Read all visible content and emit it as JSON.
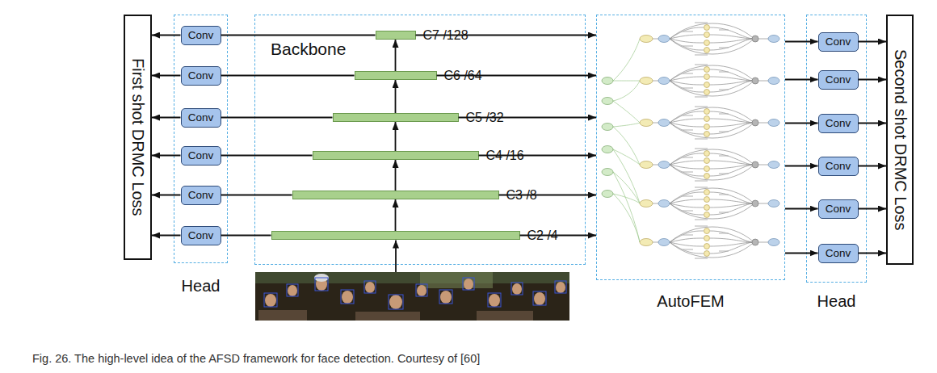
{
  "diagram": {
    "caption": "Fig. 26. The high-level idea of the AFSD framework for face detection. Courtesy of [60]",
    "nodes": [
      {
        "text": [
          "First shot DRMC Loss"
        ]
      },
      {
        "text": [
          "Head"
        ]
      },
      {
        "text": [
          "Conv"
        ],
        "in": 1
      },
      {
        "text": [
          "Conv"
        ],
        "in": 1
      },
      {
        "text": [
          "Conv"
        ],
        "in": 1
      },
      {
        "text": [
          "Conv"
        ],
        "in": 1
      },
      {
        "text": [
          "Conv"
        ],
        "in": 1
      },
      {
        "text": [
          "Conv"
        ],
        "in": 1
      },
      {
        "text": [
          "Backbone"
        ]
      },
      {
        "text": [
          "C7 /128"
        ],
        "in": 8
      },
      {
        "text": [
          "C6 /64"
        ],
        "in": 8
      },
      {
        "text": [
          "C5 /32"
        ],
        "in": 8
      },
      {
        "text": [
          "C4 /16"
        ],
        "in": 8
      },
      {
        "text": [
          "C3 /8"
        ],
        "in": 8
      },
      {
        "text": [
          "C2 /4"
        ],
        "in": 8
      },
      {
        "text": [
          "AutoFEM"
        ]
      },
      {
        "text": [
          "Head"
        ]
      },
      {
        "text": [
          "Conv"
        ],
        "in": 16
      },
      {
        "text": [
          "Conv"
        ],
        "in": 16
      },
      {
        "text": [
          "Conv"
        ],
        "in": 16
      },
      {
        "text": [
          "Conv"
        ],
        "in": 16
      },
      {
        "text": [
          "Conv"
        ],
        "in": 16
      },
      {
        "text": [
          "Conv"
        ],
        "in": 16
      },
      {
        "text": [
          "Second shot DRMC Loss"
        ]
      }
    ],
    "edges": [
      {
        "from": 9,
        "to": 2,
        "arrow": "none"
      },
      {
        "from": 10,
        "to": 3,
        "arrow": "none"
      },
      {
        "from": 11,
        "to": 4,
        "arrow": "none"
      },
      {
        "from": 12,
        "to": 5,
        "arrow": "none"
      },
      {
        "from": 13,
        "to": 6,
        "arrow": "none"
      },
      {
        "from": 14,
        "to": 7,
        "arrow": "none"
      },
      {
        "from": 2,
        "to": 0,
        "arrow": "to"
      },
      {
        "from": 3,
        "to": 0,
        "arrow": "to"
      },
      {
        "from": 4,
        "to": 0,
        "arrow": "to"
      },
      {
        "from": 5,
        "to": 0,
        "arrow": "to"
      },
      {
        "from": 6,
        "to": 0,
        "arrow": "to"
      },
      {
        "from": 7,
        "to": 0,
        "arrow": "to"
      },
      {
        "from": 9,
        "to": 15,
        "arrow": "to"
      },
      {
        "from": 10,
        "to": 15,
        "arrow": "to"
      },
      {
        "from": 11,
        "to": 15,
        "arrow": "to"
      },
      {
        "from": 12,
        "to": 15,
        "arrow": "to"
      },
      {
        "from": 13,
        "to": 15,
        "arrow": "to"
      },
      {
        "from": 14,
        "to": 15,
        "arrow": "to"
      },
      {
        "from": 14,
        "to": 13,
        "arrow": "to"
      },
      {
        "from": 13,
        "to": 12,
        "arrow": "to"
      },
      {
        "from": 12,
        "to": 11,
        "arrow": "to"
      },
      {
        "from": 11,
        "to": 10,
        "arrow": "to"
      },
      {
        "from": 10,
        "to": 9,
        "arrow": "to"
      },
      {
        "from": 15,
        "to": 17,
        "arrow": "to"
      },
      {
        "from": 15,
        "to": 18,
        "arrow": "to"
      },
      {
        "from": 15,
        "to": 19,
        "arrow": "to"
      },
      {
        "from": 15,
        "to": 20,
        "arrow": "to"
      },
      {
        "from": 15,
        "to": 21,
        "arrow": "to"
      },
      {
        "from": 15,
        "to": 22,
        "arrow": "to"
      },
      {
        "from": 17,
        "to": 23,
        "arrow": "to"
      },
      {
        "from": 18,
        "to": 23,
        "arrow": "to"
      },
      {
        "from": 19,
        "to": 23,
        "arrow": "to"
      },
      {
        "from": 20,
        "to": 23,
        "arrow": "to"
      },
      {
        "from": 21,
        "to": 23,
        "arrow": "to"
      },
      {
        "from": 22,
        "to": 23,
        "arrow": "to"
      }
    ]
  }
}
